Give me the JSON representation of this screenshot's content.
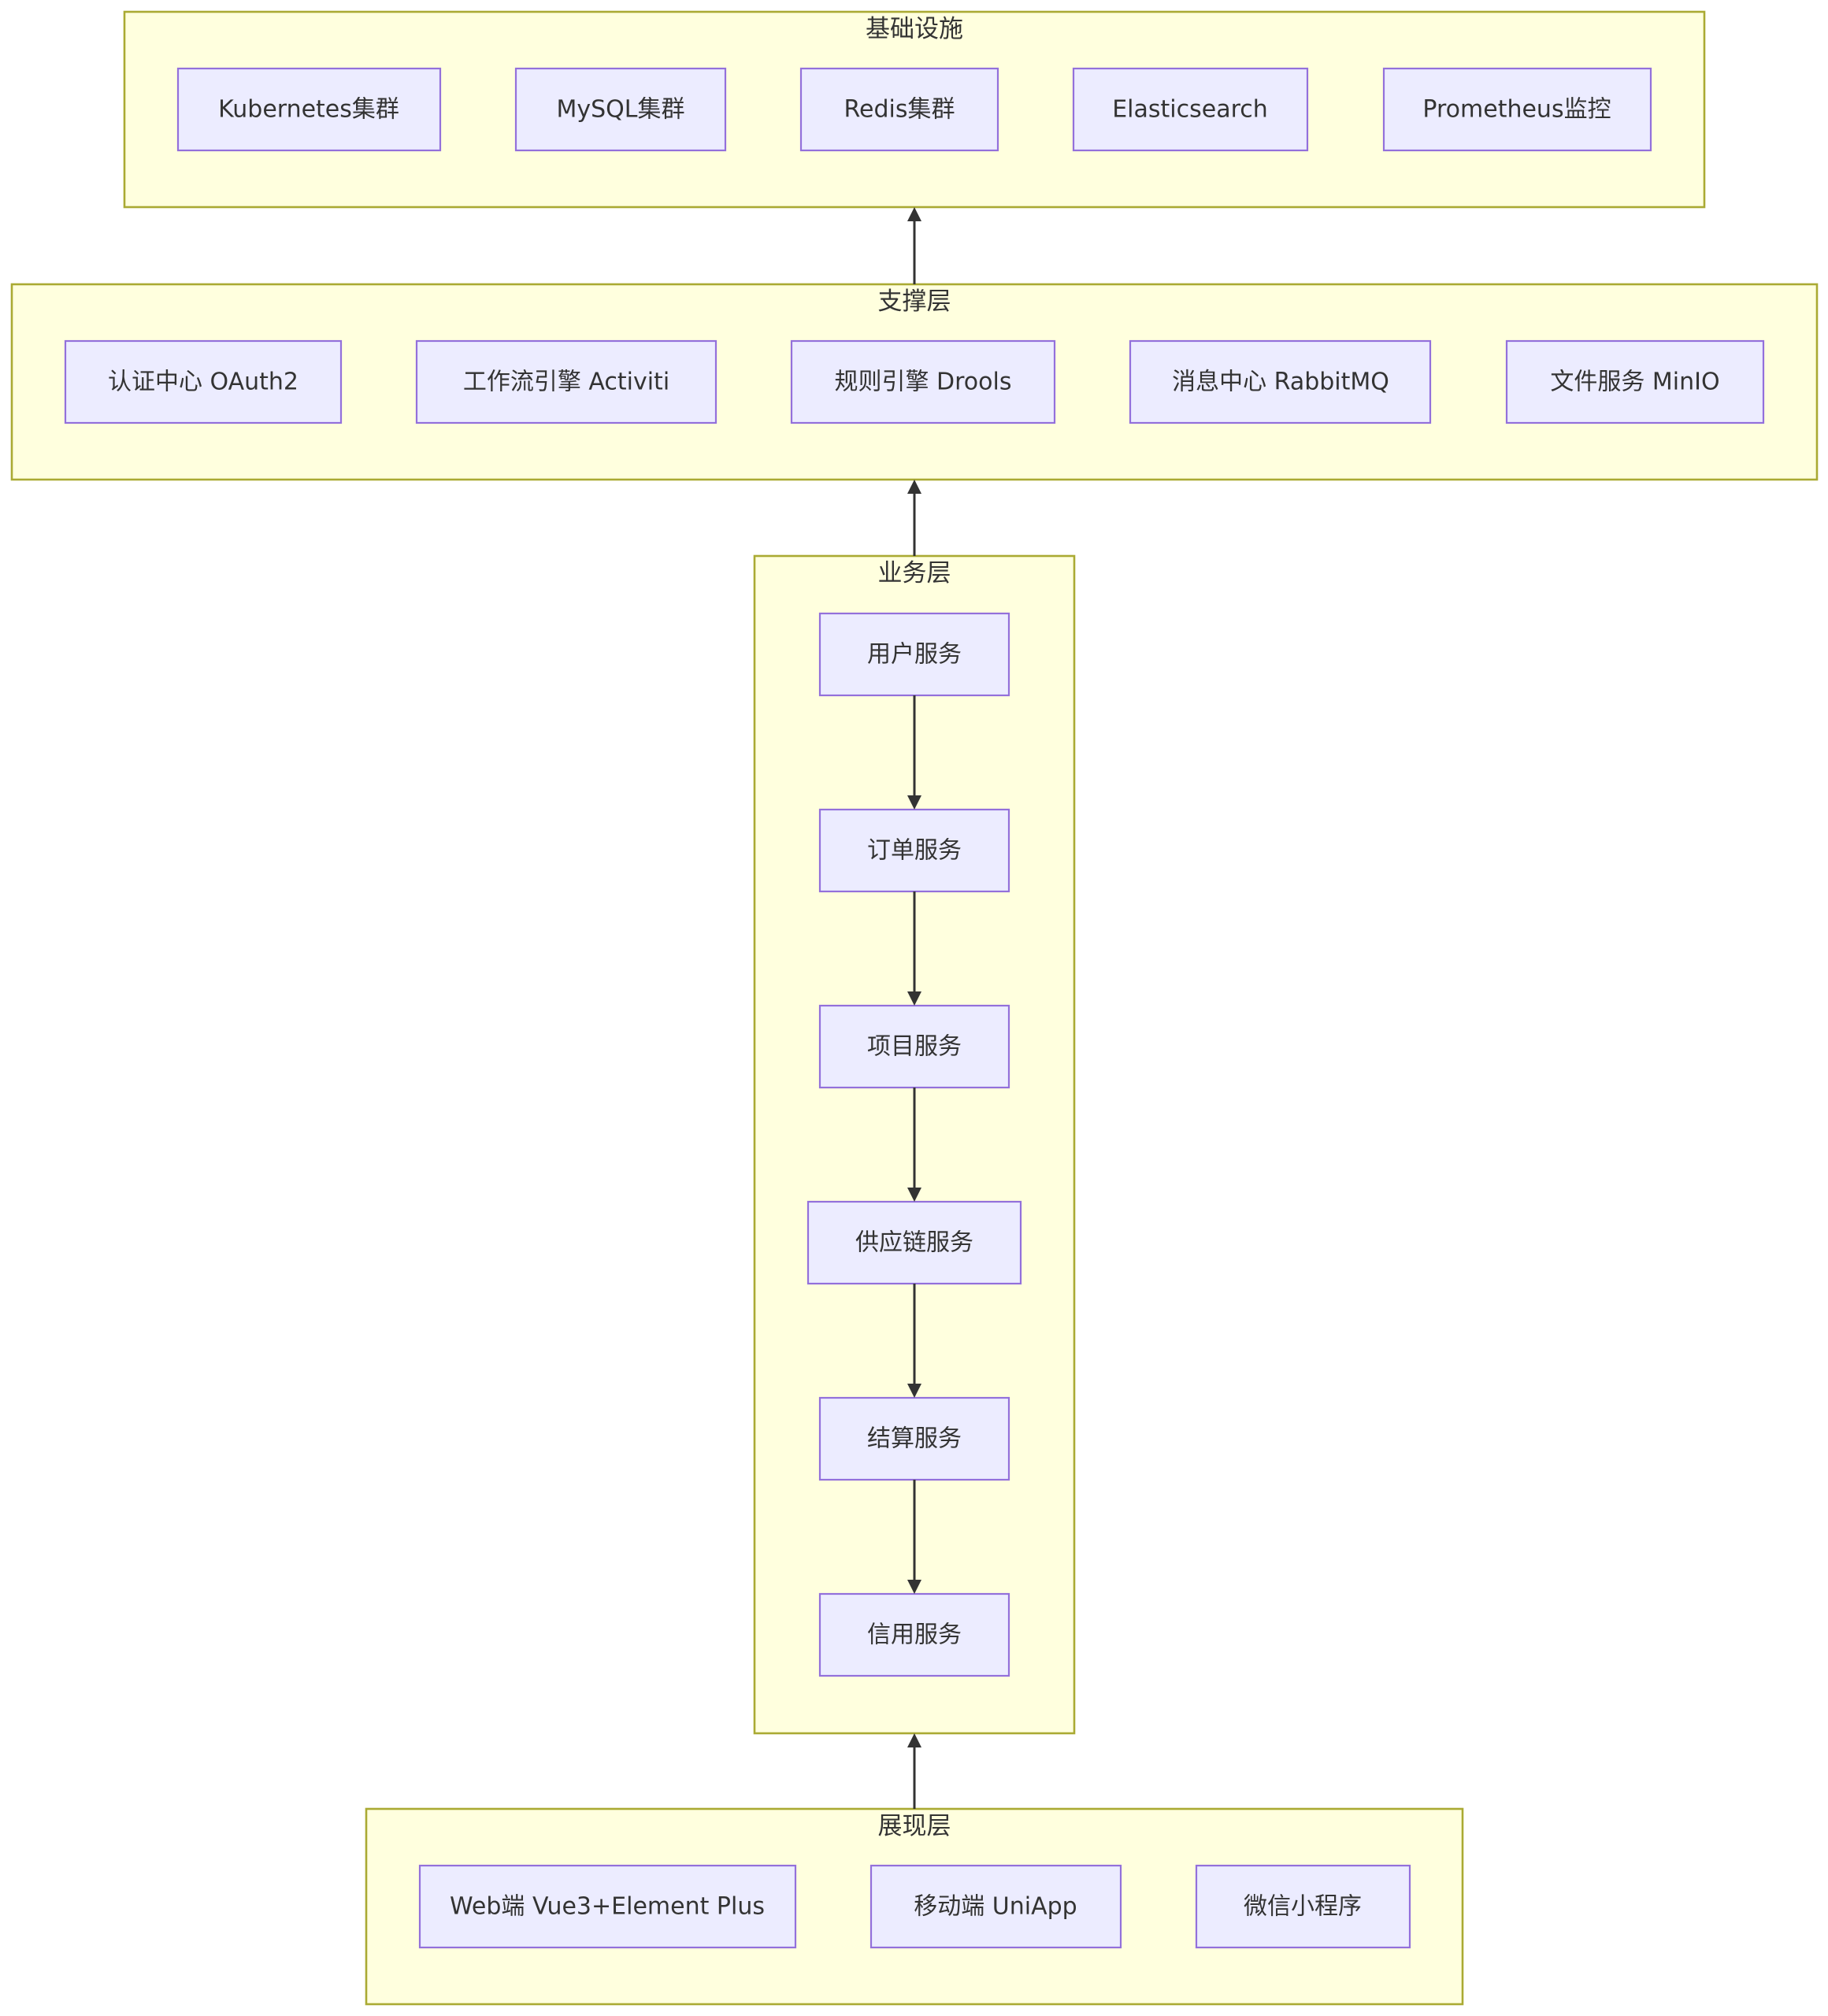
{
  "diagram": {
    "clusters": {
      "infrastructure": {
        "title": "基础设施",
        "nodes": [
          "Kubernetes集群",
          "MySQL集群",
          "Redis集群",
          "Elasticsearch",
          "Prometheus监控"
        ]
      },
      "support": {
        "title": "支撑层",
        "nodes": [
          "认证中心 OAuth2",
          "工作流引擎 Activiti",
          "规则引擎 Drools",
          "消息中心 RabbitMQ",
          "文件服务 MinIO"
        ]
      },
      "business": {
        "title": "业务层",
        "nodes": [
          "用户服务",
          "订单服务",
          "项目服务",
          "供应链服务",
          "结算服务",
          "信用服务"
        ]
      },
      "presentation": {
        "title": "展现层",
        "nodes": [
          "Web端 Vue3+Element Plus",
          "移动端 UniApp",
          "微信小程序"
        ]
      }
    },
    "edges": [
      {
        "from": "用户服务",
        "to": "订单服务"
      },
      {
        "from": "订单服务",
        "to": "项目服务"
      },
      {
        "from": "项目服务",
        "to": "供应链服务"
      },
      {
        "from": "供应链服务",
        "to": "结算服务"
      },
      {
        "from": "结算服务",
        "to": "信用服务"
      },
      {
        "from": "展现层",
        "to": "业务层"
      },
      {
        "from": "业务层",
        "to": "支撑层"
      },
      {
        "from": "支撑层",
        "to": "基础设施"
      }
    ],
    "colors": {
      "cluster_fill": "#ffffde",
      "cluster_stroke": "#aaaa33",
      "node_fill": "#ececff",
      "node_stroke": "#9370db",
      "edge": "#333333",
      "text": "#333333"
    }
  }
}
